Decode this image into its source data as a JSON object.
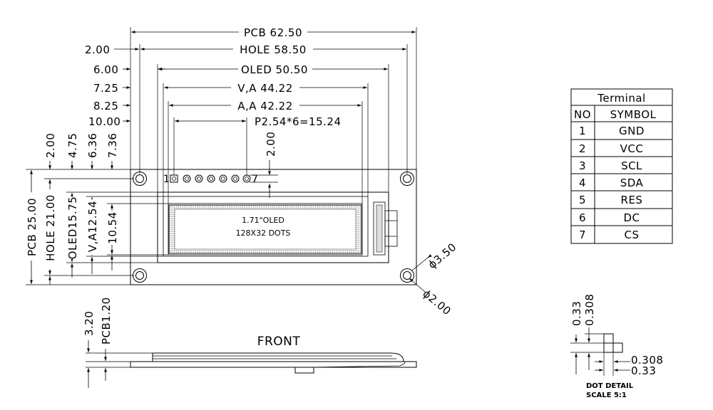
{
  "dimensions": {
    "pcb_width": "PCB 62.50",
    "hole_width": "HOLE 58.50",
    "oled_width": "OLED 50.50",
    "va_width": "V,A 44.22",
    "aa_width": "A,A 42.22",
    "pitch": "P2.54*6=15.24",
    "off_hole": "2.00",
    "off_oled": "6.00",
    "off_va": "7.25",
    "off_aa": "8.25",
    "off_pin": "10.00",
    "pin_top": "2.00",
    "pcb_height": "PCB 25.00",
    "hole_height": "HOLE 21.00",
    "oled_height": "OLED15.75",
    "va_height": "V,A12.54",
    "aa_height": "10.54",
    "left_2": "2.00",
    "left_475": "4.75",
    "left_636": "6.36",
    "left_736": "7.36",
    "hole_dia": "ϕ3.50",
    "pad_dia": "ϕ2.00",
    "thickness": "3.20",
    "pcb_thk": "PCB1.20"
  },
  "display": {
    "line1": "1.71\"OLED",
    "line2": "128X32 DOTS"
  },
  "pins": {
    "first": "1",
    "last": "7"
  },
  "front_label": "FRONT",
  "terminal": {
    "title": "Terminal",
    "col_no": "NO",
    "col_symbol": "SYMBOL",
    "rows": [
      {
        "no": "1",
        "symbol": "GND"
      },
      {
        "no": "2",
        "symbol": "VCC"
      },
      {
        "no": "3",
        "symbol": "SCL"
      },
      {
        "no": "4",
        "symbol": "SDA"
      },
      {
        "no": "5",
        "symbol": "RES"
      },
      {
        "no": "6",
        "symbol": "DC"
      },
      {
        "no": "7",
        "symbol": "CS"
      }
    ]
  },
  "dot_detail": {
    "v1": "0.33",
    "v2": "0.308",
    "h1": "0.308",
    "h2": "0.33",
    "caption1": "DOT DETAIL",
    "caption2": "SCALE 5:1"
  }
}
